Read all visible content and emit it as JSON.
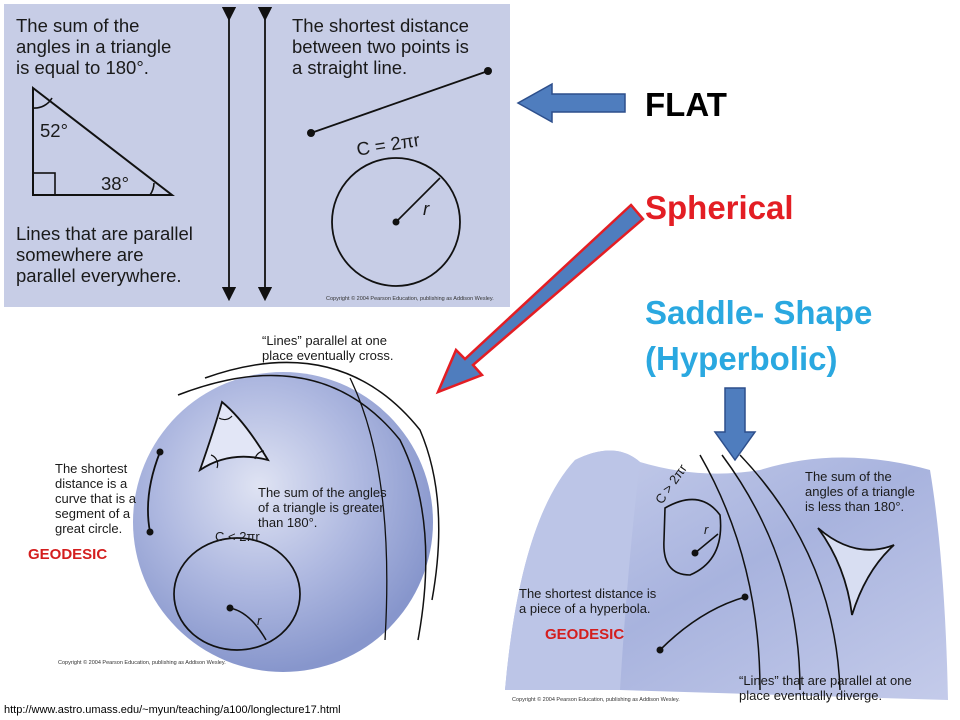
{
  "flat_panel": {
    "triangle_text": "The sum of the\nangles in a triangle\nis equal to 180°.",
    "angle_top": "52°",
    "angle_bottom": "38°",
    "distance_text": "The shortest distance\nbetween two points is\na straight line.",
    "circumference": "C = 2πr",
    "radius": "r",
    "parallel_text": "Lines that are parallel\nsomewhere are\nparallel everywhere.",
    "copyright": "Copyright © 2004 Pearson Education, publishing as Addison Wesley."
  },
  "sphere_panel": {
    "lines_text": "“Lines” parallel at one\nplace eventually cross.",
    "shortest_text": "The shortest\ndistance is a\ncurve that is a\nsegment of a\ngreat circle.",
    "angles_text": "The sum of the angles\nof a triangle is greater\nthan 180°.",
    "circumference": "C < 2πr",
    "radius": "r",
    "geodesic": "GEODESIC",
    "copyright": "Copyright © 2004 Pearson Education, publishing as Addison Wesley."
  },
  "saddle_panel": {
    "angles_text": "The sum of the\nangles of a triangle\nis less than 180°.",
    "circumference": "C > 2πr",
    "radius": "r",
    "shortest_text": "The shortest distance is\na piece of a hyperbola.",
    "lines_text": "“Lines” that are parallel at one\nplace eventually diverge.",
    "geodesic": "GEODESIC",
    "copyright": "Copyright © 2004 Pearson Education, publishing as Addison Wesley."
  },
  "labels": {
    "flat": "FLAT",
    "spherical": "Spherical",
    "saddle": "Saddle- Shape\n(Hyperbolic)"
  },
  "colors": {
    "spherical": "#e31e24",
    "saddle": "#2aa8e0",
    "arrow_fill": "#4f7dbe",
    "geodesic": "#d41e1e"
  },
  "source_url": "http://www.astro.umass.edu/~myun/teaching/a100/longlecture17.html"
}
